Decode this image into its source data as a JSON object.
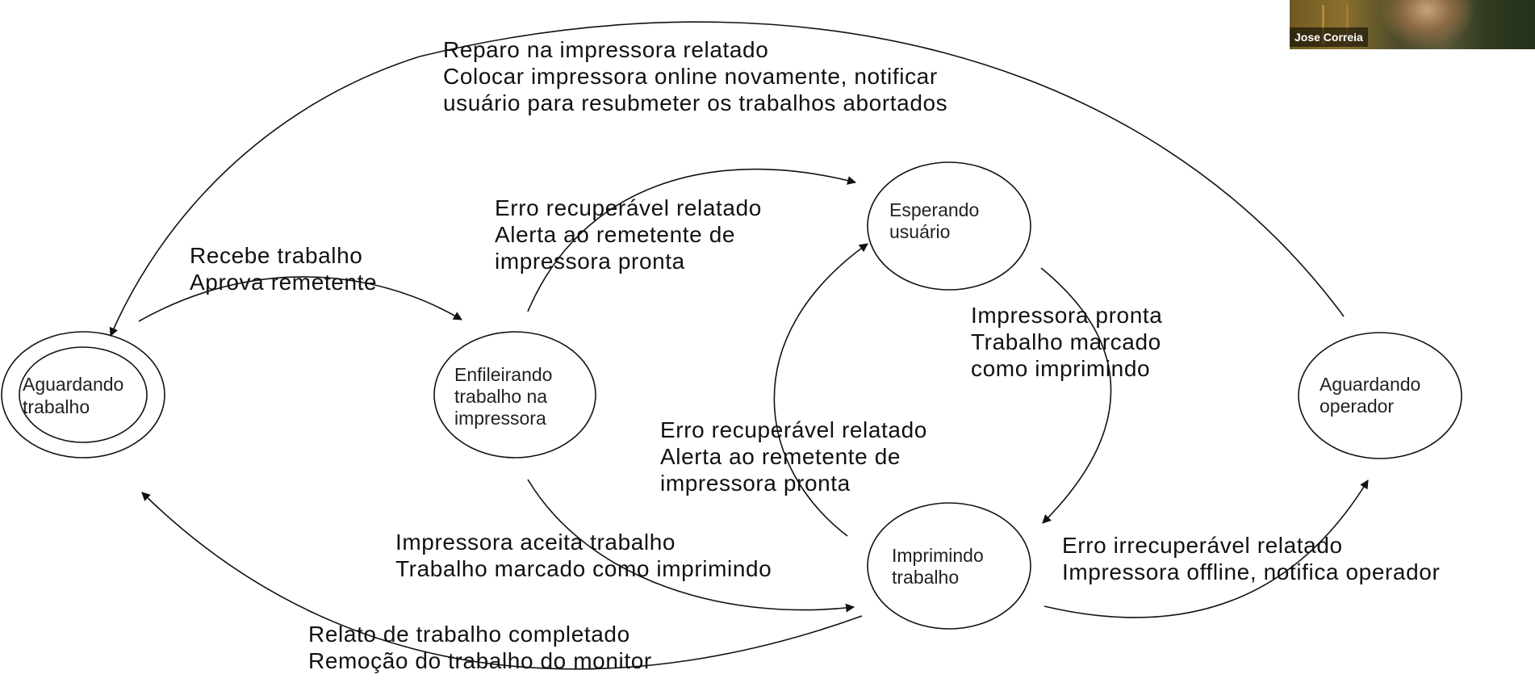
{
  "states": {
    "aguardando_trabalho": [
      "Aguardando",
      "trabalho"
    ],
    "enfileirando": [
      "Enfileirando",
      "trabalho na",
      "impressora"
    ],
    "esperando_usuario": [
      "Esperando",
      "usuário"
    ],
    "imprimindo": [
      "Imprimindo",
      "trabalho"
    ],
    "aguardando_operador": [
      "Aguardando",
      "operador"
    ]
  },
  "transitions": {
    "reparo": [
      "Reparo na impressora relatado",
      "Colocar impressora online novamente, notificar",
      "usuário para resubmeter os trabalhos abortados"
    ],
    "recebe": [
      "Recebe trabalho",
      "Aprova remetente"
    ],
    "erro_recuperavel_top": [
      "Erro recuperável relatado",
      "Alerta ao remetente de",
      "impressora pronta"
    ],
    "impressora_pronta": [
      "Impressora pronta",
      "Trabalho marcado",
      "como imprimindo"
    ],
    "erro_recuperavel_mid": [
      "Erro recuperável relatado",
      "Alerta ao remetente de",
      "impressora pronta"
    ],
    "aceita": [
      "Impressora aceita trabalho",
      "Trabalho marcado como imprimindo"
    ],
    "erro_irrecuperavel": [
      "Erro irrecuperável relatado",
      "Impressora offline, notifica operador"
    ],
    "relato": [
      "Relato de trabalho completado",
      "Remoção do trabalho do monitor"
    ]
  },
  "video": {
    "participant_name": "Jose Correia"
  }
}
